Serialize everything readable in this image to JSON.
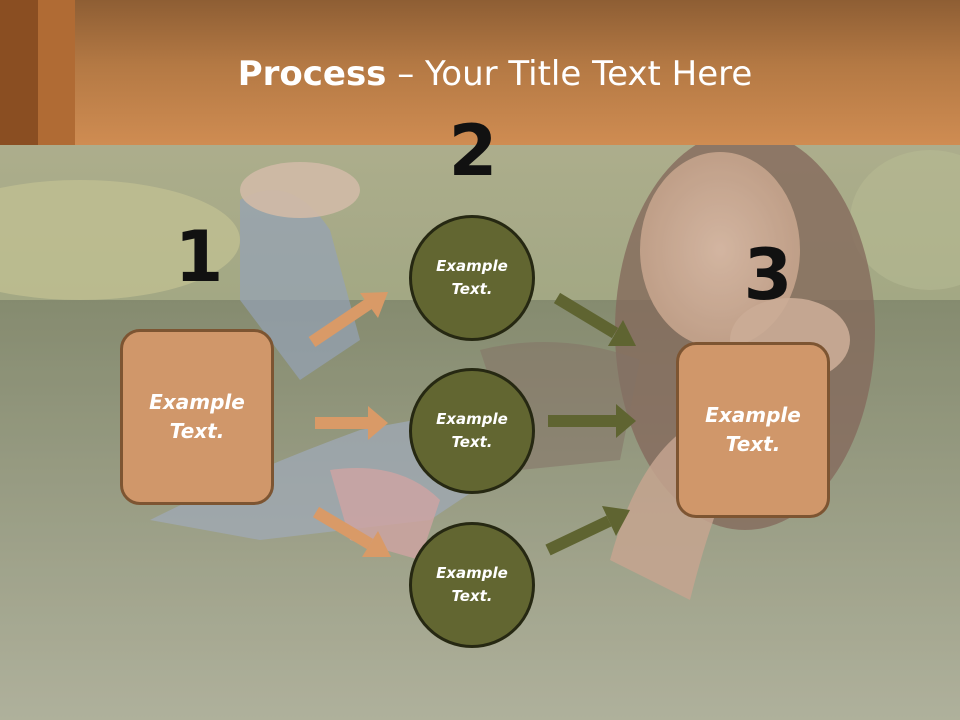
{
  "slide": {
    "title_bold": "Process",
    "title_rest": " – Your Title Text Here"
  },
  "steps": {
    "step1": {
      "number": "1",
      "text": "Example Text."
    },
    "step2": {
      "number": "2",
      "items": [
        "Example Text.",
        "Example Text.",
        "Example Text."
      ]
    },
    "step3": {
      "number": "3",
      "text": "Example Text."
    }
  },
  "colors": {
    "header": "#c4834d",
    "box_fill": "#d0976a",
    "box_border": "#7d5532",
    "circle_fill": "#626631",
    "circle_border": "#262812",
    "arrow_left": "#d99a67",
    "arrow_right": "#5f6431"
  }
}
